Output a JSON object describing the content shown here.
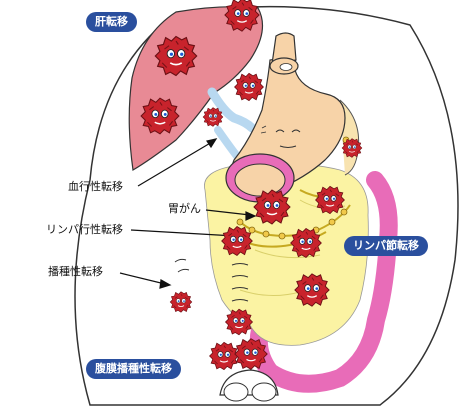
{
  "labels": {
    "liver_metastasis": "肝転移",
    "hematogenous_metastasis": "血行性転移",
    "gastric_cancer": "胃がん",
    "lymphatic_metastasis": "リンパ行性転移",
    "lymph_node_metastasis": "リンパ節転移",
    "implantation_metastasis": "播種性転移",
    "peritoneal_dissemination": "腹膜播種性転移"
  },
  "colors": {
    "badge_blue": "#2a4f9e",
    "tumor_red": "#c8232c",
    "liver_pink": "#e88a95",
    "stomach_peach": "#f7d3a8",
    "intestine_pink": "#e86cb8",
    "fat_yellow": "#fbf3a3",
    "lymph_vessel_blue": "#b8d8f0"
  }
}
